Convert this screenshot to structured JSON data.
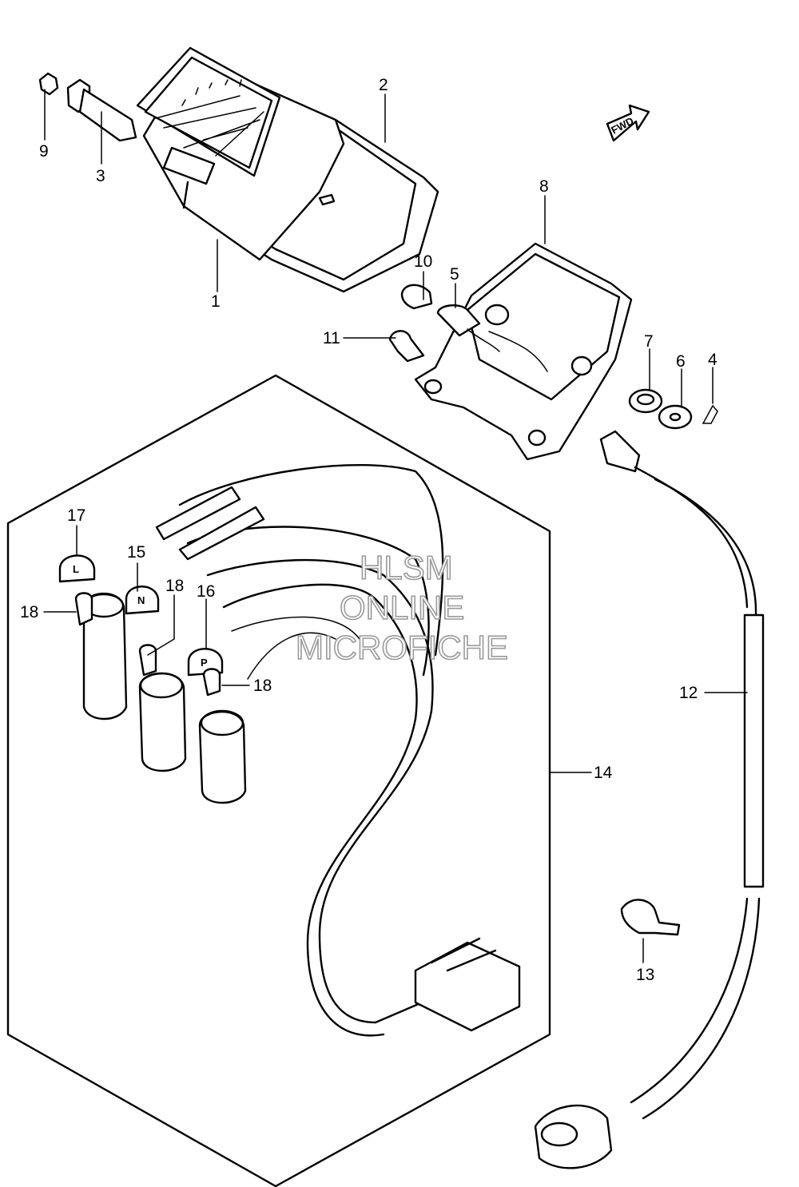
{
  "callouts": {
    "p1": "1",
    "p2": "2",
    "p3": "3",
    "p4": "4",
    "p5": "5",
    "p6": "6",
    "p7": "7",
    "p8": "8",
    "p9": "9",
    "p10": "10",
    "p11": "11",
    "p12": "12",
    "p13": "13",
    "p14": "14",
    "p15": "15",
    "p16": "16",
    "p17": "17",
    "p18a": "18",
    "p18b": "18",
    "p18c": "18"
  },
  "fwd_label": "FWD",
  "watermark": {
    "line1": "HLSM",
    "line2": "ONLINE",
    "line3": "MICROFICHE"
  },
  "indicator_marks": {
    "n": "N",
    "p": "P",
    "l": "L"
  }
}
